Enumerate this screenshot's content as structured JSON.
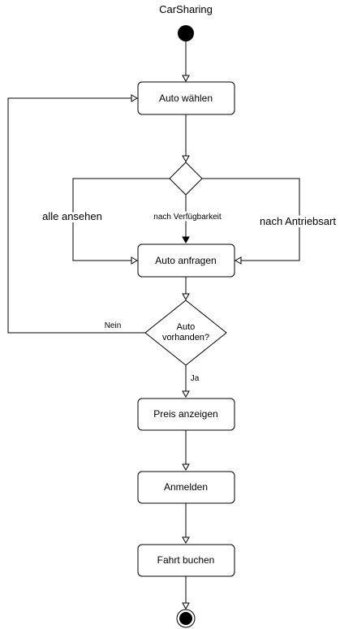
{
  "diagram": {
    "title": "CarSharing",
    "nodes": {
      "auto_waehlen": "Auto wählen",
      "auto_anfragen": "Auto anfragen",
      "decision_line1": "Auto",
      "decision_line2": "vorhanden?",
      "preis_anzeigen": "Preis anzeigen",
      "anmelden": "Anmelden",
      "fahrt_buchen": "Fahrt buchen"
    },
    "edge_labels": {
      "alle_ansehen": "alle ansehen",
      "nach_verfuegbarkeit": "nach Verfügbarkeit",
      "nach_antriebsart": "nach Antriebsart",
      "nein": "Nein",
      "ja": "Ja"
    }
  }
}
